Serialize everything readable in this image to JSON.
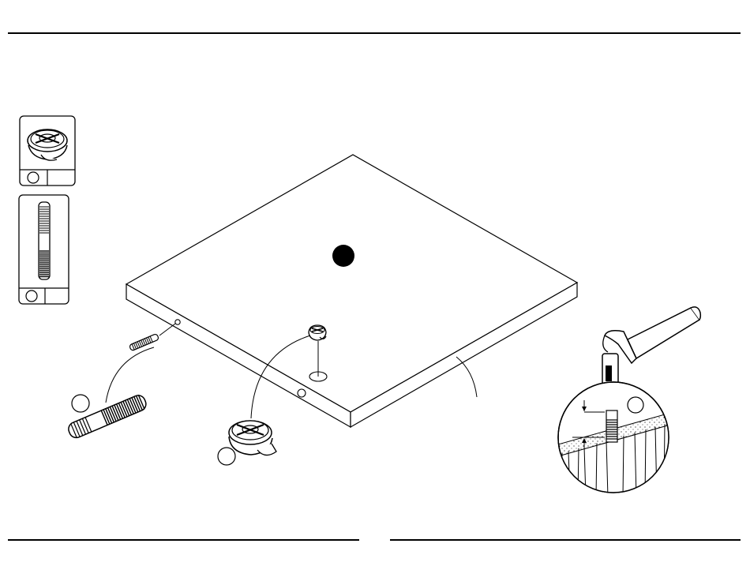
{
  "page": {
    "parts": [
      {
        "icon": "cam-lock-icon",
        "label": ""
      },
      {
        "icon": "cam-bolt-icon",
        "label": ""
      }
    ]
  },
  "diagram": {
    "panel_marker": "",
    "callouts": [
      {
        "part": "cam-bolt",
        "label": ""
      },
      {
        "part": "cam-lock",
        "label": ""
      },
      {
        "part": "hammer-detail",
        "label": ""
      }
    ],
    "hammer_detail_icon": "hammer-icon"
  }
}
